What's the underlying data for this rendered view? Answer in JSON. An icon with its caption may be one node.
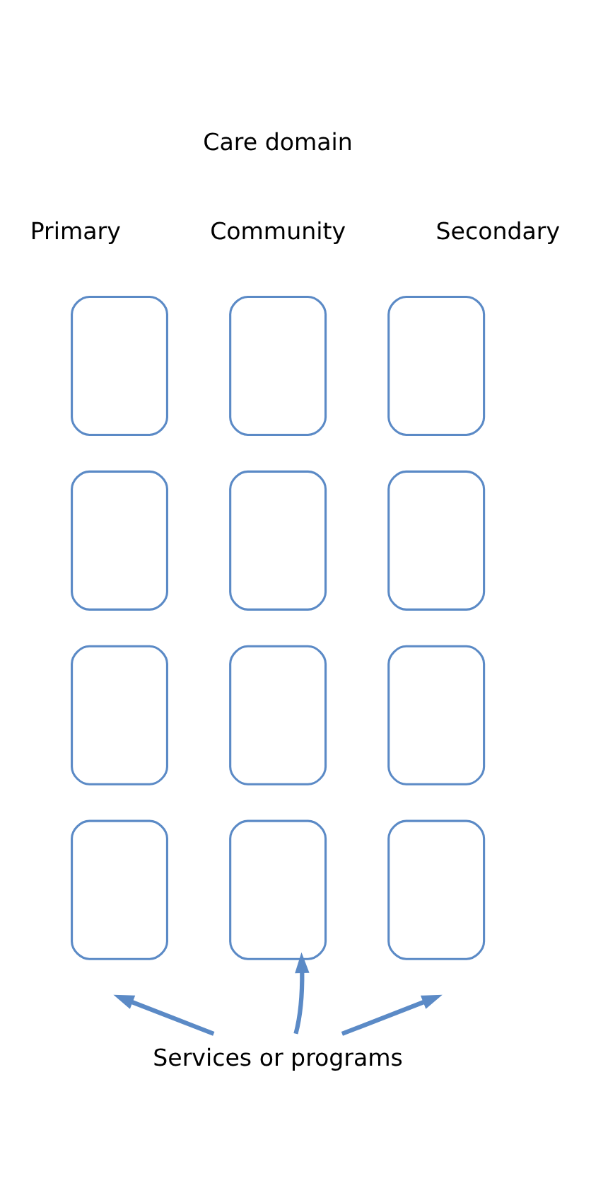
{
  "diagram": {
    "nodes": [
      {
        "text": [],
        "shape": "box"
      },
      {
        "text": [],
        "shape": "box"
      },
      {
        "text": [],
        "shape": "box"
      },
      {
        "text": [],
        "shape": "box"
      },
      {
        "text": [],
        "shape": "box"
      },
      {
        "text": [],
        "shape": "box"
      },
      {
        "text": [],
        "shape": "box"
      },
      {
        "text": [],
        "shape": "box"
      },
      {
        "text": [],
        "shape": "box"
      },
      {
        "text": [],
        "shape": "box"
      },
      {
        "text": [],
        "shape": "box"
      },
      {
        "text": [],
        "shape": "box"
      },
      {
        "text": [
          "Services or programs"
        ]
      }
    ],
    "edges": [
      {
        "from": 12,
        "to": null,
        "arrow": "to"
      },
      {
        "from": 12,
        "to": 10,
        "arrow": "to"
      },
      {
        "from": 12,
        "to": null,
        "arrow": "to"
      }
    ],
    "labels": [
      "Care domain",
      "Primary",
      "Community",
      "Secondary"
    ]
  }
}
